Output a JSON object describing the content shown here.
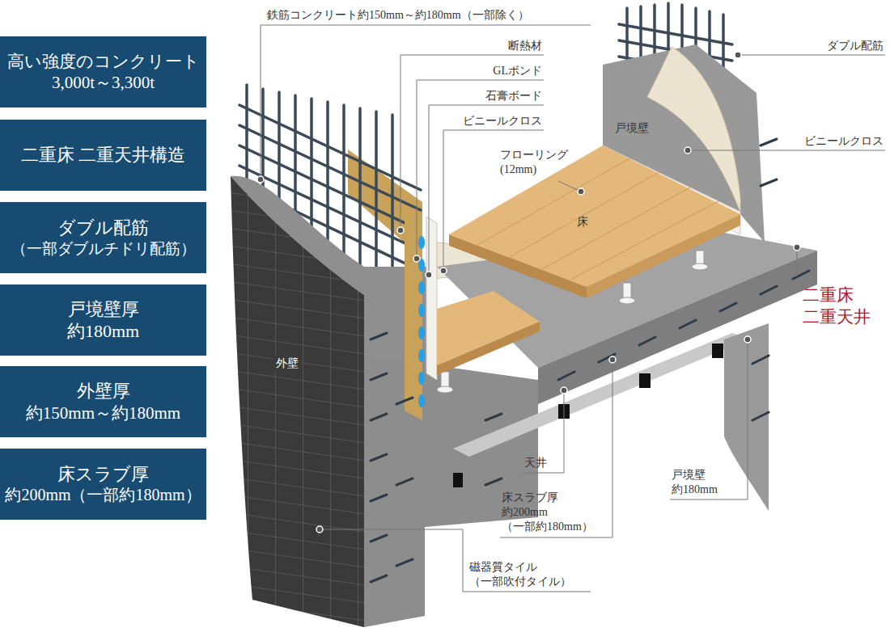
{
  "diagram": {
    "nodes": [
      {
        "text": [
          "高い強度のコンクリート",
          "3,000t～3,300t"
        ]
      },
      {
        "text": [
          "二重床 二重天井構造"
        ]
      },
      {
        "text": [
          "ダブル配筋",
          "（一部ダブルチドリ配筋）"
        ]
      },
      {
        "text": [
          "戸境壁厚",
          "約180mm"
        ]
      },
      {
        "text": [
          "外壁厚",
          "約150mm～約180mm"
        ]
      },
      {
        "text": [
          "床スラブ厚",
          "約200mm（一部約180mm）"
        ]
      }
    ],
    "labels": [
      "鉄筋コンクリート約150mm～約180mm（一部除く）",
      "断熱材",
      "GLボンド",
      "ダブル配筋",
      "石膏ボード",
      "戸境壁",
      "ビニールクロス",
      "ビニールクロス",
      "フローリング (12mm)",
      "床",
      "二重床 二重天井",
      "外壁",
      "天井",
      "床スラブ厚 約200mm （一部約180mm）",
      "戸境壁 約180mm",
      "磁器質タイル （一部吹付タイル）"
    ]
  }
}
